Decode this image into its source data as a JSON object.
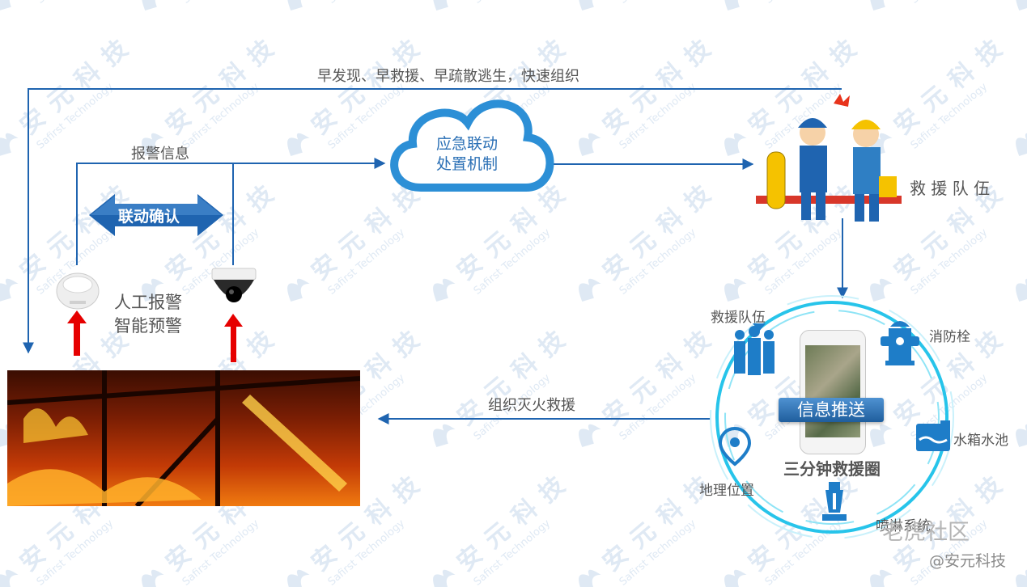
{
  "flow_label_top": "早发现、早救援、早疏散逃生，快速组织",
  "alarm_info": "报警信息",
  "linkage_confirm": "联动确认",
  "cloud": {
    "line1": "应急联动",
    "line2": "处置机制"
  },
  "rescue_team": "救 援 队 伍",
  "manual_alarm": "人工报警",
  "smart_warning": "智能预警",
  "organize_firefight": "组织灭火救援",
  "circle": {
    "title": "三分钟救援圈",
    "info_push": "信息推送",
    "items": {
      "team": "救援队伍",
      "hydrant": "消防栓",
      "water_tank": "水箱水池",
      "location": "地理位置",
      "sprinkler": "喷淋系统"
    }
  },
  "watermark": {
    "char1": "安",
    "char2": "元",
    "char3": "科",
    "char4": "技",
    "en": "Safirst Technology"
  },
  "brand_community": "老虎社区",
  "brand_handle": "@安元科技",
  "colors": {
    "arrow_blue": "#1f64b0",
    "ring_cyan": "#27c4ea",
    "alarm_red": "#e60000",
    "icon_blue": "#1e7dc8"
  }
}
